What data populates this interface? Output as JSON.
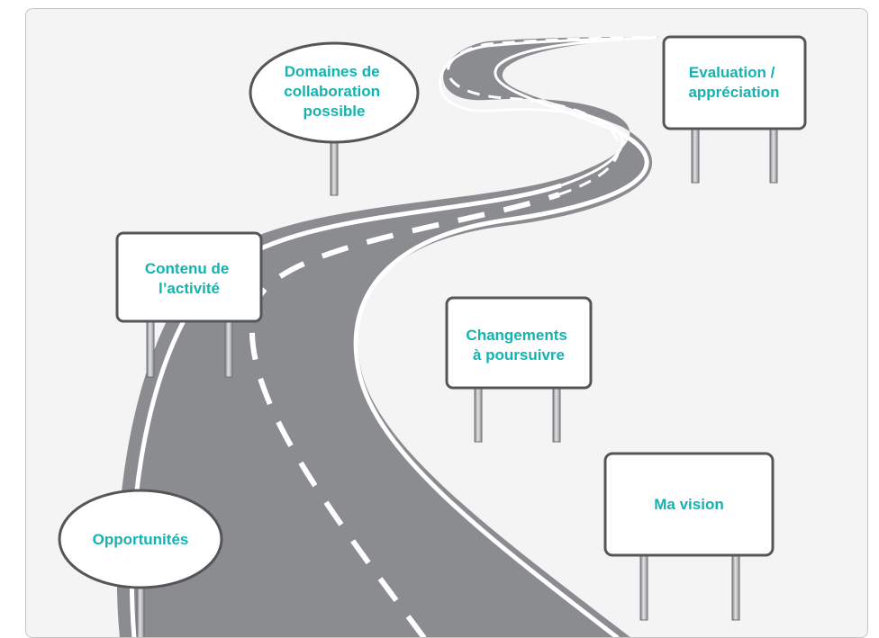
{
  "colors": {
    "background": "#f4f4f4",
    "road": "#8a8c8f",
    "road_line": "#ffffff",
    "sign_border": "#55565a",
    "sign_fill": "#ffffff",
    "post": "#9a9b9e",
    "label_teal": "#12b3b0"
  },
  "signs": {
    "domaines": {
      "lines": [
        "Domaines de",
        "collaboration",
        "possible"
      ],
      "shape": "oval"
    },
    "evaluation": {
      "lines": [
        "Evaluation /",
        "appréciation"
      ],
      "shape": "rectangle"
    },
    "contenu": {
      "lines": [
        "Contenu de",
        "l’activité"
      ],
      "shape": "rectangle"
    },
    "changements": {
      "lines": [
        "Changements",
        "à poursuivre"
      ],
      "shape": "rectangle"
    },
    "vision": {
      "lines": [
        "Ma vision"
      ],
      "shape": "rectangle"
    },
    "opportunites": {
      "lines": [
        "Opportunités"
      ],
      "shape": "oval"
    }
  }
}
